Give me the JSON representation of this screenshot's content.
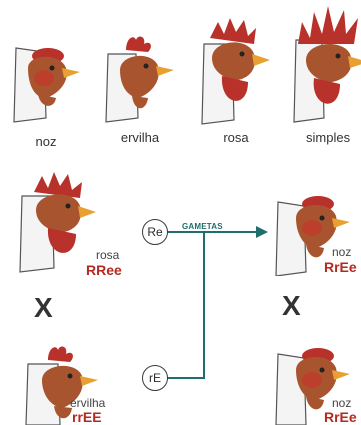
{
  "comb_types": [
    {
      "name": "noz"
    },
    {
      "name": "ervilha"
    },
    {
      "name": "rosa"
    },
    {
      "name": "simples"
    }
  ],
  "parents": [
    {
      "phenotype": "rosa",
      "genotype": "RRee"
    },
    {
      "phenotype": "ervilha",
      "genotype": "rrEE"
    }
  ],
  "cross_symbol": "X",
  "gametes": {
    "label": "GAMETAS",
    "top": "Re",
    "bottom": "rE"
  },
  "offspring": [
    {
      "phenotype": "noz",
      "genotype": "RrEe"
    },
    {
      "phenotype": "noz",
      "genotype": "RrEe"
    }
  ],
  "colors": {
    "comb_red": "#b8312a",
    "head_brown": "#a8552f",
    "beak": "#e8a030",
    "arrow": "#1f6e6e",
    "genotype_text": "#b52a20"
  }
}
